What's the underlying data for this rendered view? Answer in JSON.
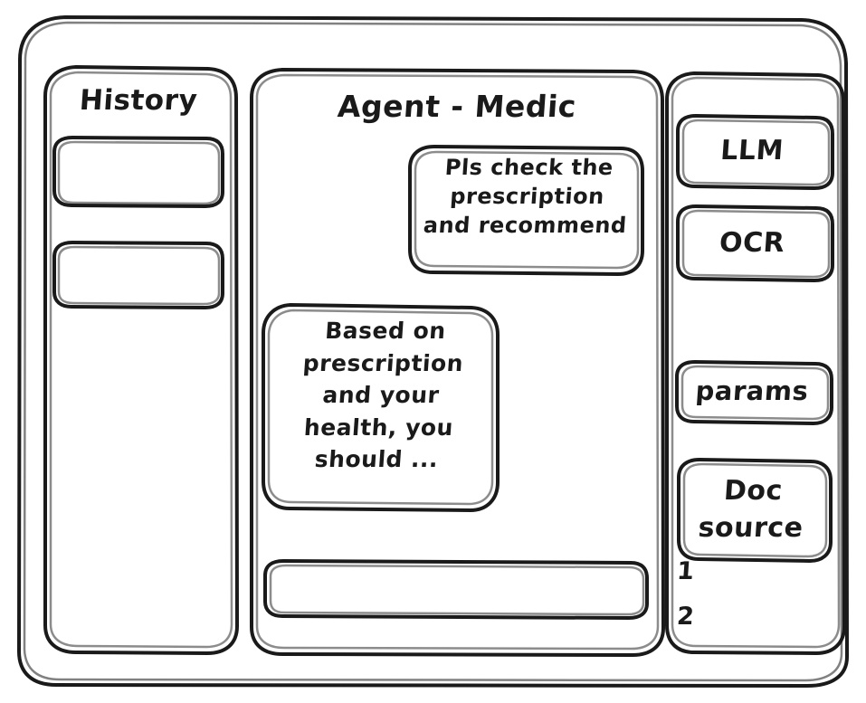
{
  "app": {
    "style": "hand-drawn-wireframe",
    "stroke_color": "#1a1a1a",
    "background_color": "#ffffff"
  },
  "sidebar_left": {
    "title": "History",
    "items": [
      {
        "label": ""
      },
      {
        "label": ""
      }
    ]
  },
  "main": {
    "title": "Agent - Medic",
    "messages": [
      {
        "role": "user",
        "align": "right",
        "text": "Pls check the\nprescription\nand recommend"
      },
      {
        "role": "agent",
        "align": "left",
        "text": "Based on\nprescription\nand your\nhealth, you\nshould ..."
      }
    ],
    "composer": {
      "value": "",
      "placeholder": ""
    }
  },
  "sidebar_right": {
    "panels": [
      {
        "label": "LLM"
      },
      {
        "label": "OCR"
      },
      {
        "label": "params"
      },
      {
        "label": "Doc\nsource"
      }
    ],
    "doc_items": [
      {
        "label": "1"
      },
      {
        "label": "2"
      }
    ]
  }
}
